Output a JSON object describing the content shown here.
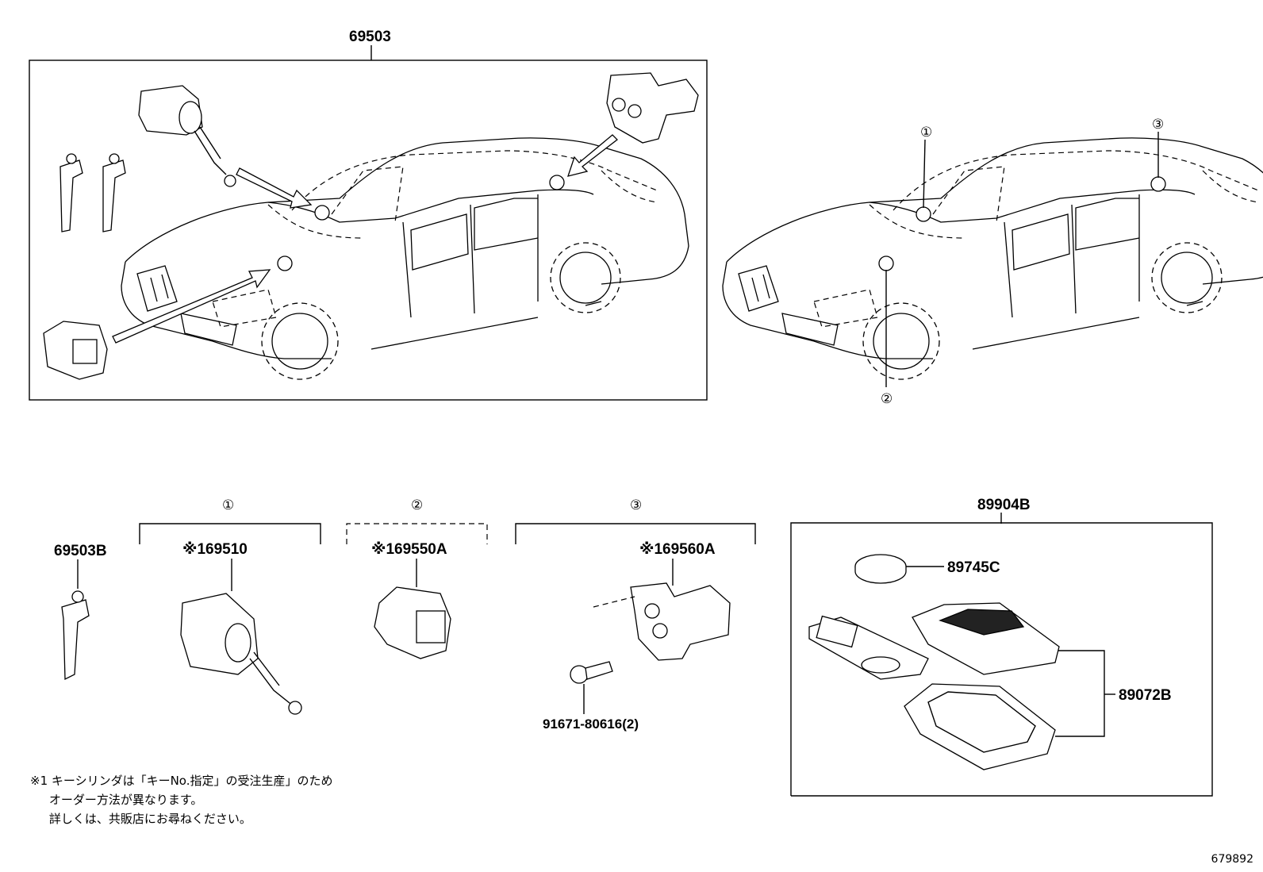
{
  "top_left_group": {
    "part_number": "69503"
  },
  "bottom_parts": {
    "key_blank": {
      "part_number": "69503B"
    },
    "group_1": {
      "callout": "①",
      "part_number": "※169510"
    },
    "group_2": {
      "callout": "②",
      "part_number": "※169550A"
    },
    "group_3": {
      "callout": "③",
      "part_number": "※169560A",
      "screw_part_number": "91671-80616(2)"
    },
    "remote_group": {
      "part_number": "89904B",
      "battery_part_number": "89745C",
      "case_part_number": "89072B"
    }
  },
  "right_car_callouts": [
    "①",
    "②",
    "③"
  ],
  "footnote_lines": [
    "※1 キーシリンダは「キーNo.指定」の受注生産」のため",
    "     オーダー方法が異なります。",
    "     詳しくは、共販店にお尋ねください。"
  ],
  "drawing_reference": "679892"
}
